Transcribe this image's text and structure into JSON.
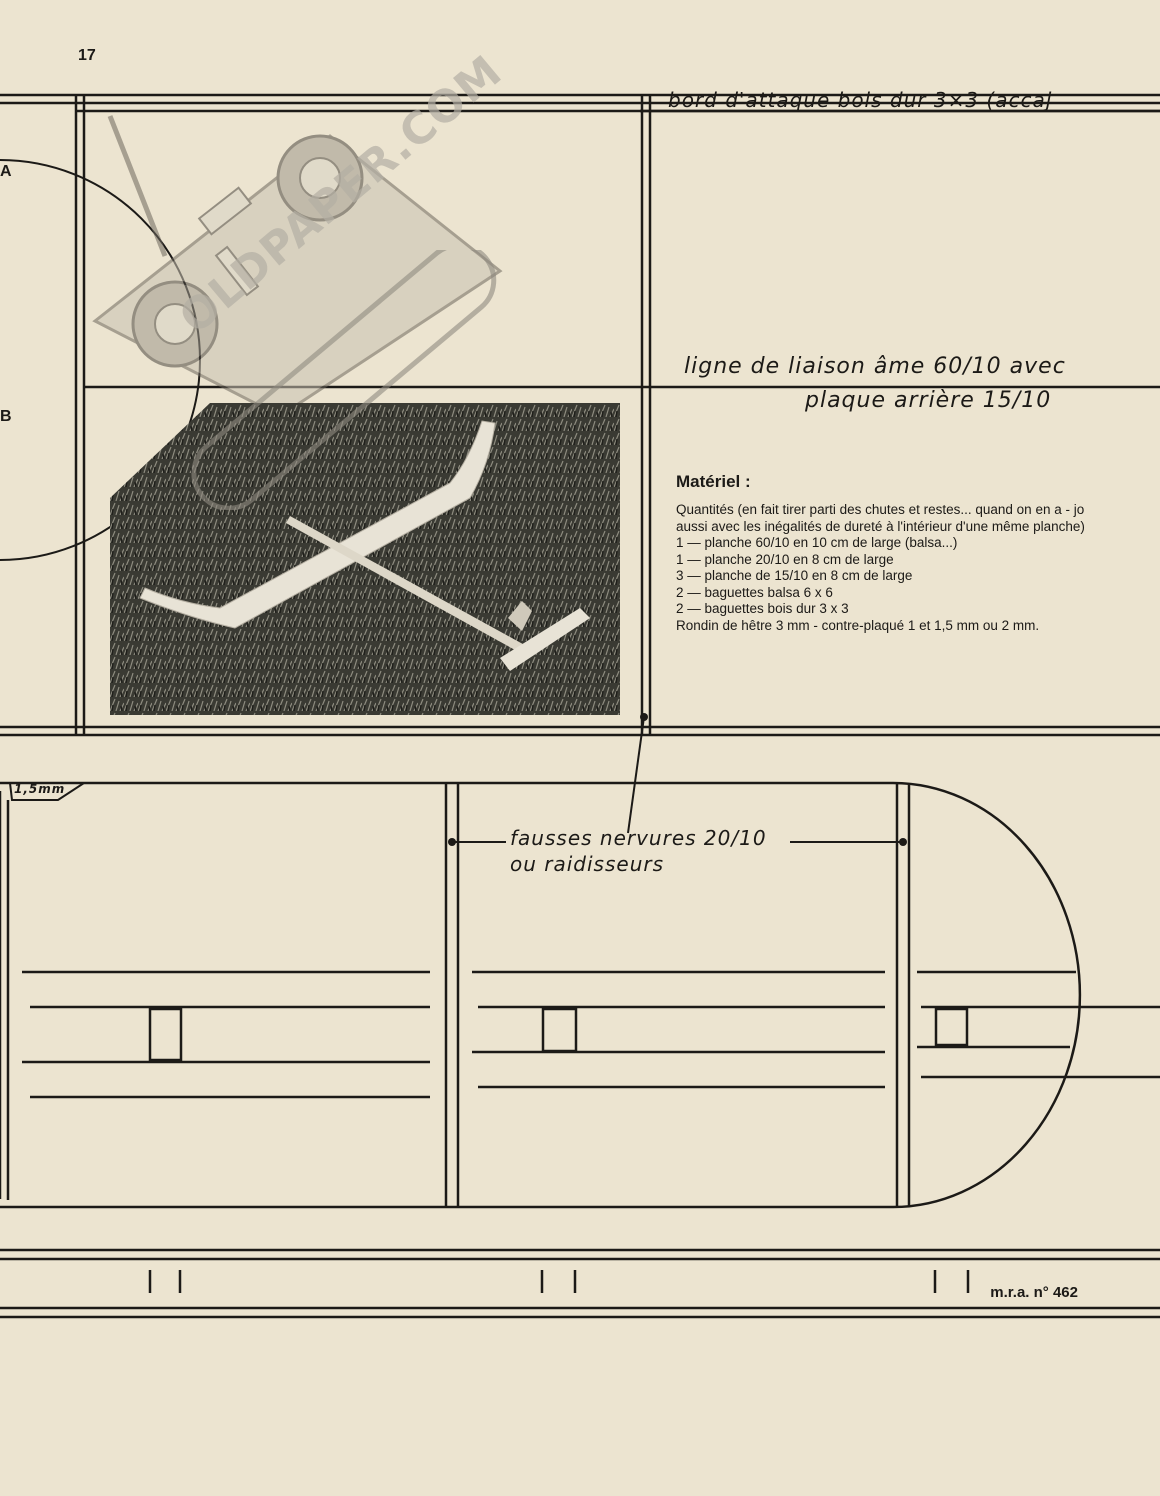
{
  "page": {
    "number": "17",
    "footer": "m.r.a. n° 462"
  },
  "plan_notes": {
    "top_edge": "bord d'attaque bois dur 3×3 (accaj",
    "liaison_line1": "ligne de liaison âme 60/10 avec",
    "liaison_line2": "plaque arrière 15/10",
    "nervures_line1": "fausses nervures 20/10",
    "nervures_line2": "ou raidisseurs",
    "thickness": "1,5mm",
    "edge_a": "A",
    "edge_b": "B"
  },
  "materiel": {
    "heading": "Matériel :",
    "intro_line1": "Quantités (en fait tirer parti des chutes et restes... quand on en a - jo",
    "intro_line2": "aussi avec les inégalités de dureté à l'intérieur d'une même planche)",
    "items": [
      "1  —  planche 60/10 en 10 cm de large (balsa...)",
      "1  —  planche 20/10 en 8 cm de large",
      "3  —  planche de 15/10 en 8 cm de large",
      "2  —  baguettes balsa 6 x 6",
      "2  —  baguettes bois dur 3 x 3"
    ],
    "footer_line": "Rondin de hêtre 3 mm - contre-plaqué 1 et 1,5 mm ou 2 mm."
  },
  "watermark": {
    "text": "OLDPAPER.COM"
  },
  "colors": {
    "paper": "#ece4d0",
    "ink": "#1c1a17",
    "photo_dark": "#2a2a25"
  }
}
